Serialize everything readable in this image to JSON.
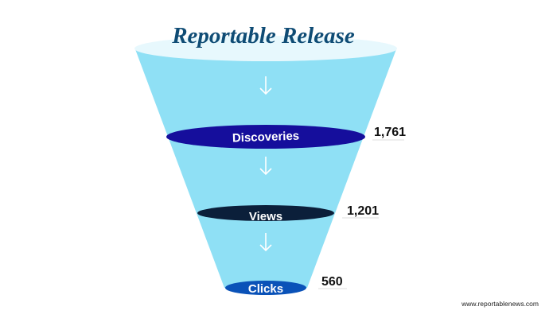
{
  "title": "Reportable Release",
  "stages": [
    {
      "label": "Discoveries",
      "value": "1,761",
      "color": "#150e9c"
    },
    {
      "label": "Views",
      "value": "1,201",
      "color": "#0b1f3a"
    },
    {
      "label": "Clicks",
      "value": "560",
      "color": "#0a52b8"
    }
  ],
  "footer": {
    "url": "www.reportablenews.com"
  },
  "colors": {
    "funnel_body": "#8fe0f5",
    "funnel_top": "#e7f8fd",
    "arrow": "#ffffff",
    "title": "#0f4c75"
  },
  "icons": {
    "arrow": "down-arrow-icon"
  }
}
